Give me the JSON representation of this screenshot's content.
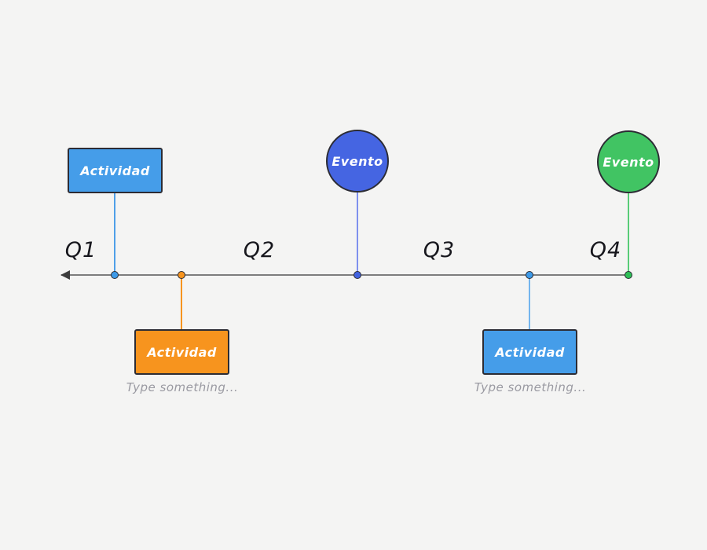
{
  "canvas": {
    "background": "#f4f4f3"
  },
  "colors": {
    "activity_blue": "#459de9",
    "activity_orange": "#f7941e",
    "event_indigo": "#4565e2",
    "event_green": "#41c463",
    "timeline_gray": "#7d7d7d",
    "shape_border": "#2c2c34",
    "quarter_label_dark": "#17171d",
    "hint_gray": "#9a9aa2"
  },
  "timeline": {
    "direction": "arrow-left",
    "quarters": [
      {
        "label": "Q1"
      },
      {
        "label": "Q2"
      },
      {
        "label": "Q3"
      },
      {
        "label": "Q4"
      }
    ]
  },
  "nodes": [
    {
      "id": "activity-q1",
      "shape": "rect",
      "label": "Actividad",
      "position": "above",
      "color": "#459de9"
    },
    {
      "id": "activity-q2",
      "shape": "rect",
      "label": "Actividad",
      "position": "below",
      "color": "#f7941e",
      "placeholder": "Type something..."
    },
    {
      "id": "event-middle",
      "shape": "circle",
      "label": "Evento",
      "position": "above",
      "color": "#4565e2"
    },
    {
      "id": "activity-q3",
      "shape": "rect",
      "label": "Actividad",
      "position": "below",
      "color": "#459de9",
      "placeholder": "Type something..."
    },
    {
      "id": "event-end",
      "shape": "circle",
      "label": "Evento",
      "position": "above",
      "color": "#41c463"
    }
  ]
}
